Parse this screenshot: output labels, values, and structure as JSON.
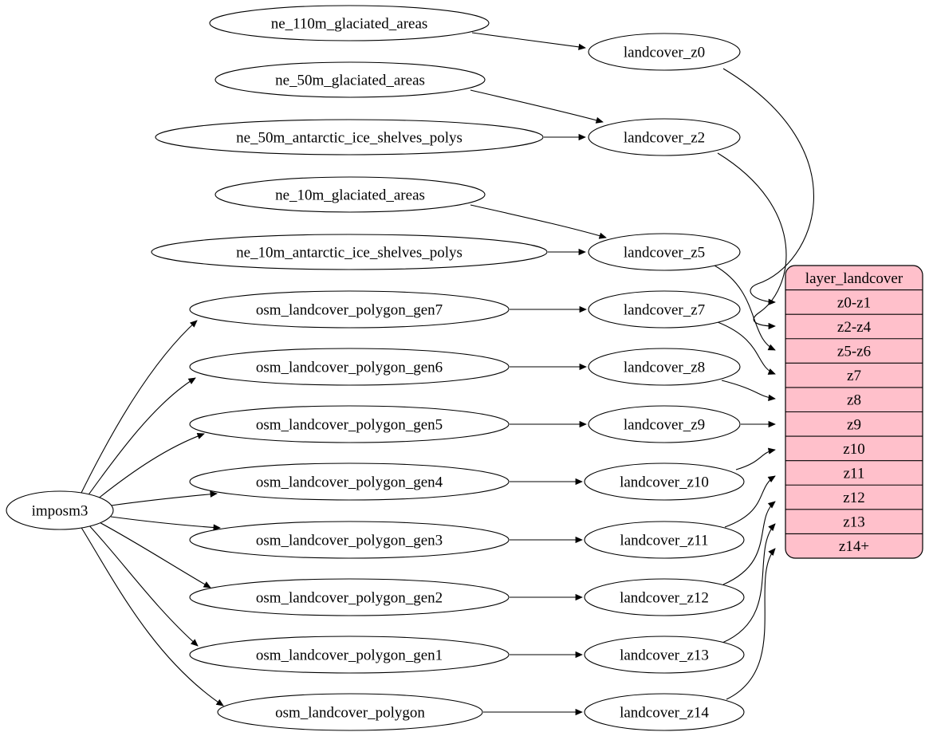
{
  "diagram": {
    "type": "graphviz-etl-flow",
    "colors": {
      "background": "#ffffff",
      "node_fill": "#ffffff",
      "node_stroke": "#000000",
      "edge_stroke": "#000000",
      "record_fill": "#ffc0cb"
    },
    "nodes": [
      {
        "id": "imposm3",
        "label": "imposm3"
      },
      {
        "id": "ne_110m_glaciated_areas",
        "label": "ne_110m_glaciated_areas"
      },
      {
        "id": "ne_50m_glaciated_areas",
        "label": "ne_50m_glaciated_areas"
      },
      {
        "id": "ne_50m_antarctic_ice_shelves_polys",
        "label": "ne_50m_antarctic_ice_shelves_polys"
      },
      {
        "id": "ne_10m_glaciated_areas",
        "label": "ne_10m_glaciated_areas"
      },
      {
        "id": "ne_10m_antarctic_ice_shelves_polys",
        "label": "ne_10m_antarctic_ice_shelves_polys"
      },
      {
        "id": "osm_landcover_polygon_gen7",
        "label": "osm_landcover_polygon_gen7"
      },
      {
        "id": "osm_landcover_polygon_gen6",
        "label": "osm_landcover_polygon_gen6"
      },
      {
        "id": "osm_landcover_polygon_gen5",
        "label": "osm_landcover_polygon_gen5"
      },
      {
        "id": "osm_landcover_polygon_gen4",
        "label": "osm_landcover_polygon_gen4"
      },
      {
        "id": "osm_landcover_polygon_gen3",
        "label": "osm_landcover_polygon_gen3"
      },
      {
        "id": "osm_landcover_polygon_gen2",
        "label": "osm_landcover_polygon_gen2"
      },
      {
        "id": "osm_landcover_polygon_gen1",
        "label": "osm_landcover_polygon_gen1"
      },
      {
        "id": "osm_landcover_polygon",
        "label": "osm_landcover_polygon"
      },
      {
        "id": "landcover_z0",
        "label": "landcover_z0"
      },
      {
        "id": "landcover_z2",
        "label": "landcover_z2"
      },
      {
        "id": "landcover_z5",
        "label": "landcover_z5"
      },
      {
        "id": "landcover_z7",
        "label": "landcover_z7"
      },
      {
        "id": "landcover_z8",
        "label": "landcover_z8"
      },
      {
        "id": "landcover_z9",
        "label": "landcover_z9"
      },
      {
        "id": "landcover_z10",
        "label": "landcover_z10"
      },
      {
        "id": "landcover_z11",
        "label": "landcover_z11"
      },
      {
        "id": "landcover_z12",
        "label": "landcover_z12"
      },
      {
        "id": "landcover_z13",
        "label": "landcover_z13"
      },
      {
        "id": "landcover_z14",
        "label": "landcover_z14"
      }
    ],
    "record": {
      "id": "layer_landcover",
      "title": "layer_landcover",
      "rows": [
        "z0-z1",
        "z2-z4",
        "z5-z6",
        "z7",
        "z8",
        "z9",
        "z10",
        "z11",
        "z12",
        "z13",
        "z14+"
      ]
    },
    "edges": [
      {
        "from": "imposm3",
        "to": "osm_landcover_polygon_gen7"
      },
      {
        "from": "imposm3",
        "to": "osm_landcover_polygon_gen6"
      },
      {
        "from": "imposm3",
        "to": "osm_landcover_polygon_gen5"
      },
      {
        "from": "imposm3",
        "to": "osm_landcover_polygon_gen4"
      },
      {
        "from": "imposm3",
        "to": "osm_landcover_polygon_gen3"
      },
      {
        "from": "imposm3",
        "to": "osm_landcover_polygon_gen2"
      },
      {
        "from": "imposm3",
        "to": "osm_landcover_polygon_gen1"
      },
      {
        "from": "imposm3",
        "to": "osm_landcover_polygon"
      },
      {
        "from": "ne_110m_glaciated_areas",
        "to": "landcover_z0"
      },
      {
        "from": "ne_50m_glaciated_areas",
        "to": "landcover_z2"
      },
      {
        "from": "ne_50m_antarctic_ice_shelves_polys",
        "to": "landcover_z2"
      },
      {
        "from": "ne_10m_glaciated_areas",
        "to": "landcover_z5"
      },
      {
        "from": "ne_10m_antarctic_ice_shelves_polys",
        "to": "landcover_z5"
      },
      {
        "from": "osm_landcover_polygon_gen7",
        "to": "landcover_z7"
      },
      {
        "from": "osm_landcover_polygon_gen6",
        "to": "landcover_z8"
      },
      {
        "from": "osm_landcover_polygon_gen5",
        "to": "landcover_z9"
      },
      {
        "from": "osm_landcover_polygon_gen4",
        "to": "landcover_z10"
      },
      {
        "from": "osm_landcover_polygon_gen3",
        "to": "landcover_z11"
      },
      {
        "from": "osm_landcover_polygon_gen2",
        "to": "landcover_z12"
      },
      {
        "from": "osm_landcover_polygon_gen1",
        "to": "landcover_z13"
      },
      {
        "from": "osm_landcover_polygon",
        "to": "landcover_z14"
      },
      {
        "from": "landcover_z0",
        "to": "layer_landcover:z0-z1"
      },
      {
        "from": "landcover_z2",
        "to": "layer_landcover:z2-z4"
      },
      {
        "from": "landcover_z5",
        "to": "layer_landcover:z5-z6"
      },
      {
        "from": "landcover_z7",
        "to": "layer_landcover:z7"
      },
      {
        "from": "landcover_z8",
        "to": "layer_landcover:z8"
      },
      {
        "from": "landcover_z9",
        "to": "layer_landcover:z9"
      },
      {
        "from": "landcover_z10",
        "to": "layer_landcover:z10"
      },
      {
        "from": "landcover_z11",
        "to": "layer_landcover:z11"
      },
      {
        "from": "landcover_z12",
        "to": "layer_landcover:z12"
      },
      {
        "from": "landcover_z13",
        "to": "layer_landcover:z13"
      },
      {
        "from": "landcover_z14",
        "to": "layer_landcover:z14+"
      }
    ]
  }
}
